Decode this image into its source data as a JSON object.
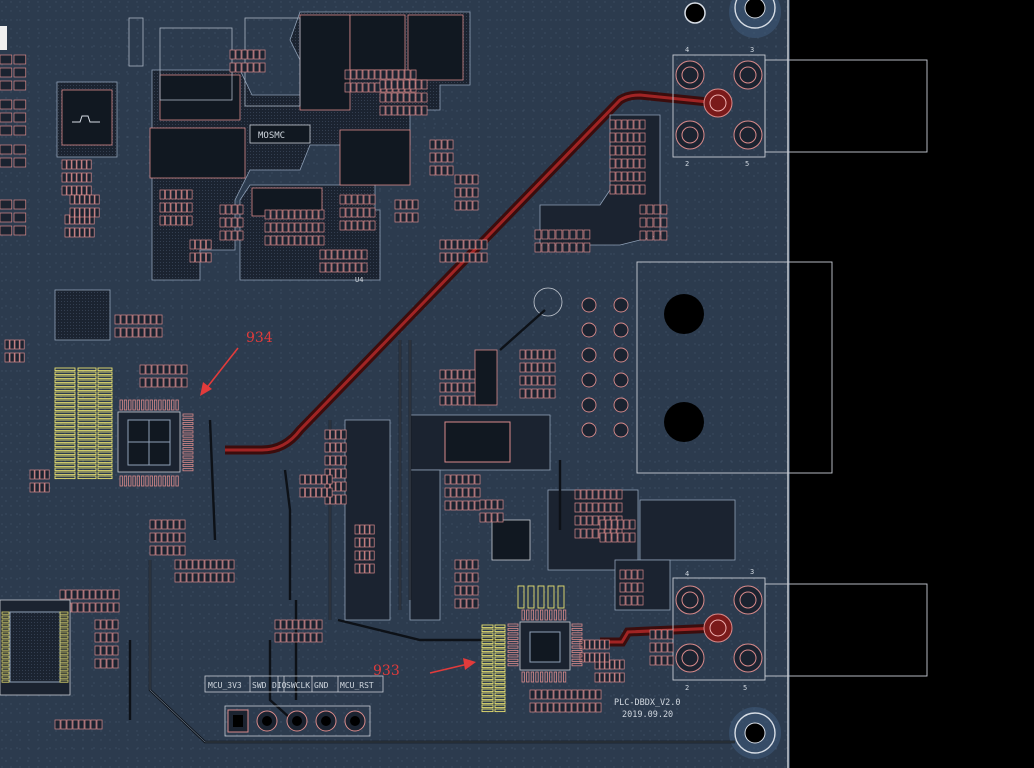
{
  "annotations": [
    {
      "id": "934",
      "label": "934",
      "color": "#e23b3b"
    },
    {
      "id": "933",
      "label": "933",
      "color": "#e23b3b"
    }
  ],
  "board": {
    "name": "PLC-DBDX_V2.0",
    "date": "2019.09.20",
    "part_label": "MOSMC",
    "header_pins": [
      "MCU_3V3",
      "SWD",
      "DIO",
      "SWCLK",
      "GND",
      "MCU_RST"
    ],
    "u_label": "U4",
    "colors": {
      "background": "#000000",
      "board": "#2c3b4e",
      "copper": "#1b2330",
      "pad_outline": "#d98a8a",
      "trace": "#a02424",
      "silkscreen": "#d7dde5",
      "fine_pitch_pad": "#e8e070",
      "via_ring": "#7a9cc9"
    }
  },
  "connectors": [
    {
      "id": "j-top",
      "pins": [
        "4",
        "3",
        "2",
        "5"
      ]
    },
    {
      "id": "j-bottom",
      "pins": [
        "4",
        "3",
        "2",
        "5"
      ]
    }
  ]
}
